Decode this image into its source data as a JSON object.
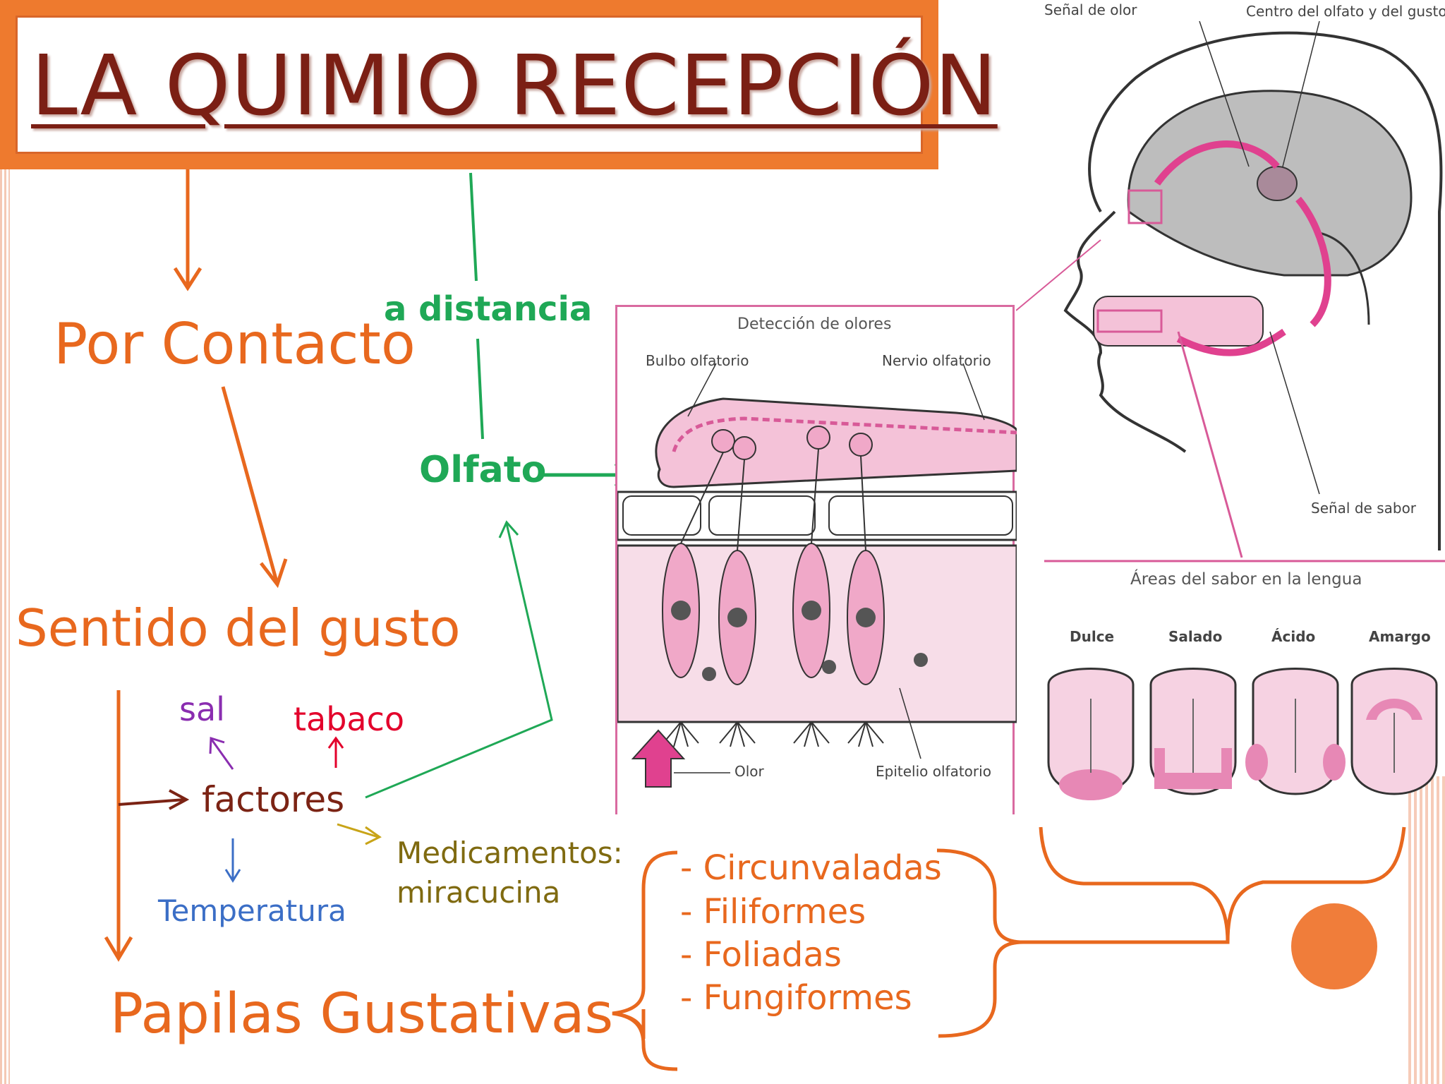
{
  "title": "LA QUIMIO RECEPCIÓN",
  "nodes": {
    "por_contacto": "Por Contacto",
    "a_distancia": "a distancia",
    "olfato": "Olfato",
    "sentido_gusto": "Sentido del gusto",
    "sal": "sal",
    "tabaco": "tabaco",
    "factores": "factores",
    "temperatura": "Temperatura",
    "medicamentos_1": "Medicamentos:",
    "medicamentos_2": "miracucina",
    "papilas": "Papilas Gustativas"
  },
  "papilas_list": [
    "- Circunvaladas",
    "- Filiformes",
    "- Foliadas",
    "- Fungiformes"
  ],
  "olfato_figure": {
    "heading": "Detección de olores",
    "bulbo": "Bulbo olfatorio",
    "nervio": "Nervio olfatorio",
    "olor": "Olor",
    "epitelio": "Epitelio olfatorio"
  },
  "head_figure": {
    "senal_olor": "Señal de olor",
    "centro": "Centro del olfato y del gusto",
    "senal_sabor": "Señal de sabor",
    "areas_heading": "Áreas del sabor en la lengua",
    "tongue_labels": [
      "Dulce",
      "Salado",
      "Ácido",
      "Amargo"
    ]
  },
  "colors": {
    "orange": "#e8681e",
    "green": "#1fa856",
    "brown": "#7b2314",
    "purple": "#8a2db0",
    "red": "#e3002b",
    "blue": "#3b6ec6",
    "olive": "#7f6a10",
    "pink": "#e36aa6"
  }
}
